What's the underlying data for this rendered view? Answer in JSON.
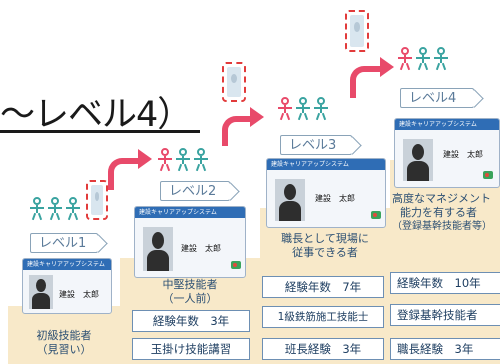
{
  "title": {
    "text": "〜レベル4）"
  },
  "levels": [
    {
      "tag": "レベル1",
      "card_header": "建設キャリアアップシステム",
      "card_name": "建設　太郎",
      "qualification": [
        "初級技能者",
        "（見習い）"
      ],
      "chips": []
    },
    {
      "tag": "レベル2",
      "card_header": "建設キャリアアップシステム",
      "card_name": "建設　太郎",
      "qualification": [
        "中堅技能者",
        "（一人前）"
      ],
      "chips": [
        "経験年数　3年",
        "玉掛け技能講習"
      ]
    },
    {
      "tag": "レベル3",
      "card_header": "建設キャリアアップシステム",
      "card_name": "建設　太郎",
      "qualification": [
        "職長として現場に",
        "従事できる者"
      ],
      "chips": [
        "経験年数　7年",
        "1級鉄筋施工技能士",
        "班長経験　3年"
      ]
    },
    {
      "tag": "レベル4",
      "card_header": "建設キャリアアップシステム",
      "card_name": "建設　太郎",
      "qualification": [
        "高度なマネジメント",
        "能力を有する者",
        "（登録基幹技能者等）"
      ],
      "chips": [
        "経験年数　10年",
        "登録基幹技能者",
        "職長経験　3年"
      ]
    }
  ],
  "colors": {
    "accent": "#e84a6a",
    "step": "#f8e9c9",
    "chip_border": "#6d8fb3",
    "card_header": "#2f6db5"
  },
  "icons": [
    "person-icon",
    "up-arrow-icon",
    "id-card-icon",
    "dashed-card-icon"
  ]
}
